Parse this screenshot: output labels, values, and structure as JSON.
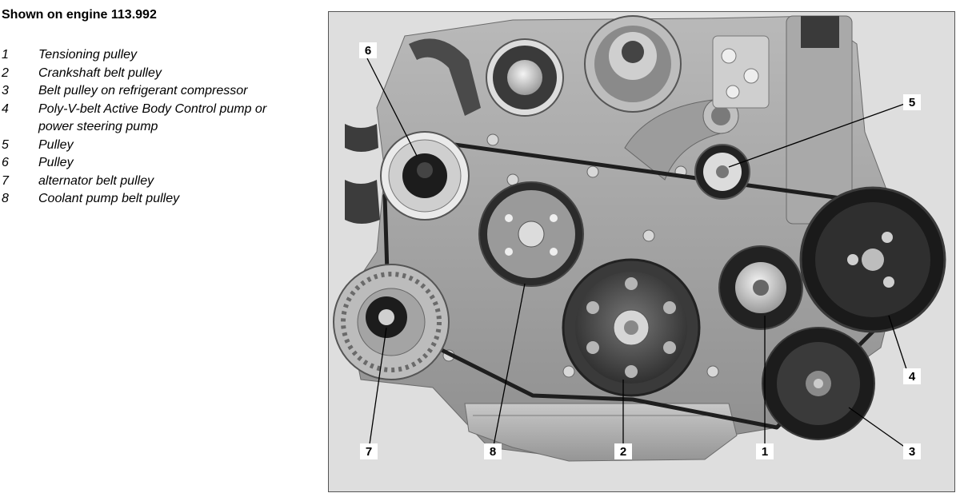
{
  "title": "Shown on engine 113.992",
  "legend": [
    {
      "num": "1",
      "text": "Tensioning pulley"
    },
    {
      "num": "2",
      "text": "Crankshaft belt pulley"
    },
    {
      "num": "3",
      "text": "Belt pulley on refrigerant compressor"
    },
    {
      "num": "4",
      "text": "Poly-V-belt Active Body Control pump or power steering pump"
    },
    {
      "num": "5",
      "text": "Pulley"
    },
    {
      "num": "6",
      "text": "Pulley"
    },
    {
      "num": "7",
      "text": "alternator belt pulley"
    },
    {
      "num": "8",
      "text": "Coolant pump belt pulley"
    }
  ],
  "callouts": [
    "6",
    "5",
    "4",
    "3",
    "1",
    "2",
    "8",
    "7"
  ]
}
